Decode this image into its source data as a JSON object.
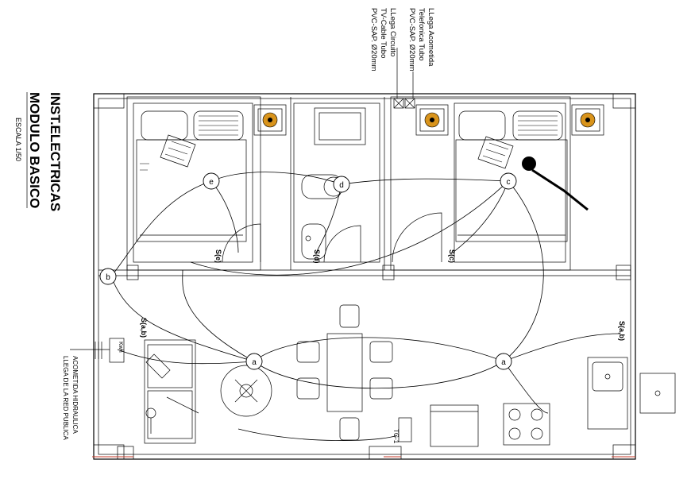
{
  "title": "INST.ELECTRICAS",
  "subtitle": "MODULO BASICO",
  "scale": "ESCALA 1/50",
  "notes": {
    "acometida_telefonica": [
      "LLega Acometida",
      "Telefonica Tubo",
      "PVC-SAP. Ø20mm"
    ],
    "circuito_tv": [
      "LLega Circuito",
      "TV-Cable Tubo",
      "PVC-SAP. Ø20mm"
    ],
    "acometida_hidraulica": [
      "ACOMETIDA HIDRAULICA",
      "LLEGA DE LA RED PUBLICA"
    ]
  },
  "labels": {
    "kwh": "Kwh",
    "tg": "TG-1",
    "switch_bedroom_left": "S(e)",
    "switch_bathroom": "S(d)",
    "switch_bedroom_right": "S(c)",
    "switch_living": "S(a,b)",
    "switch_kitchen": "S(a,b)",
    "light_a": "a",
    "light_b": "b",
    "light_c": "c",
    "light_d": "d",
    "light_e": "e"
  },
  "colors": {
    "line": "#000000",
    "lamp": "#d9941c",
    "accent_red": "#c43a2a"
  }
}
